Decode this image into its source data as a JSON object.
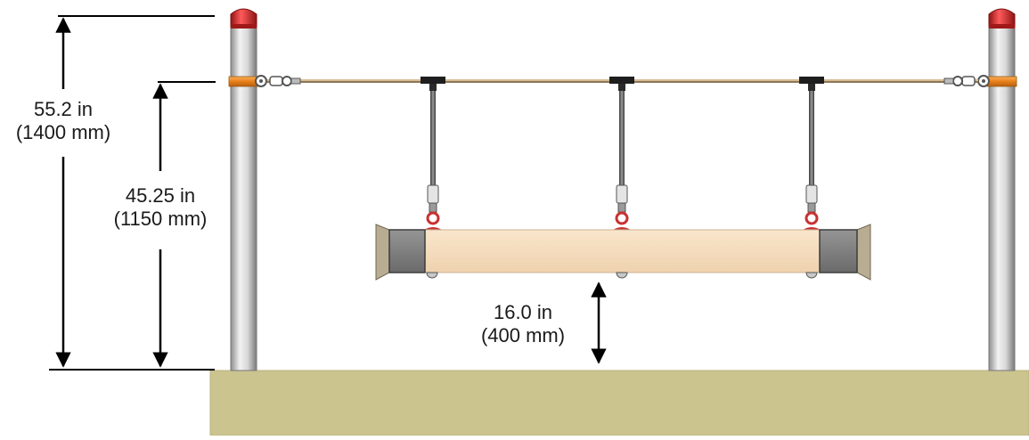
{
  "dimensions": {
    "overall": {
      "imperial": "55.2 in",
      "metric": "(1400 mm)"
    },
    "cable": {
      "imperial": "45.25 in",
      "metric": "(1150 mm)"
    },
    "clearance": {
      "imperial": "16.0 in",
      "metric": "(400 mm)"
    }
  },
  "colors": {
    "ground": "#cbc48f",
    "ground_edge": "#b9b27c",
    "beam": "#f5dcbd",
    "beam_edge": "#c9b394",
    "end_cap": "#7d7d7d",
    "flare": "#b8ad92",
    "post_cap": "#d42a2a",
    "band": "#ee8a22",
    "hanger_clip": "#c83232",
    "cable": "#c8ab84",
    "dimension_line": "#000000"
  }
}
